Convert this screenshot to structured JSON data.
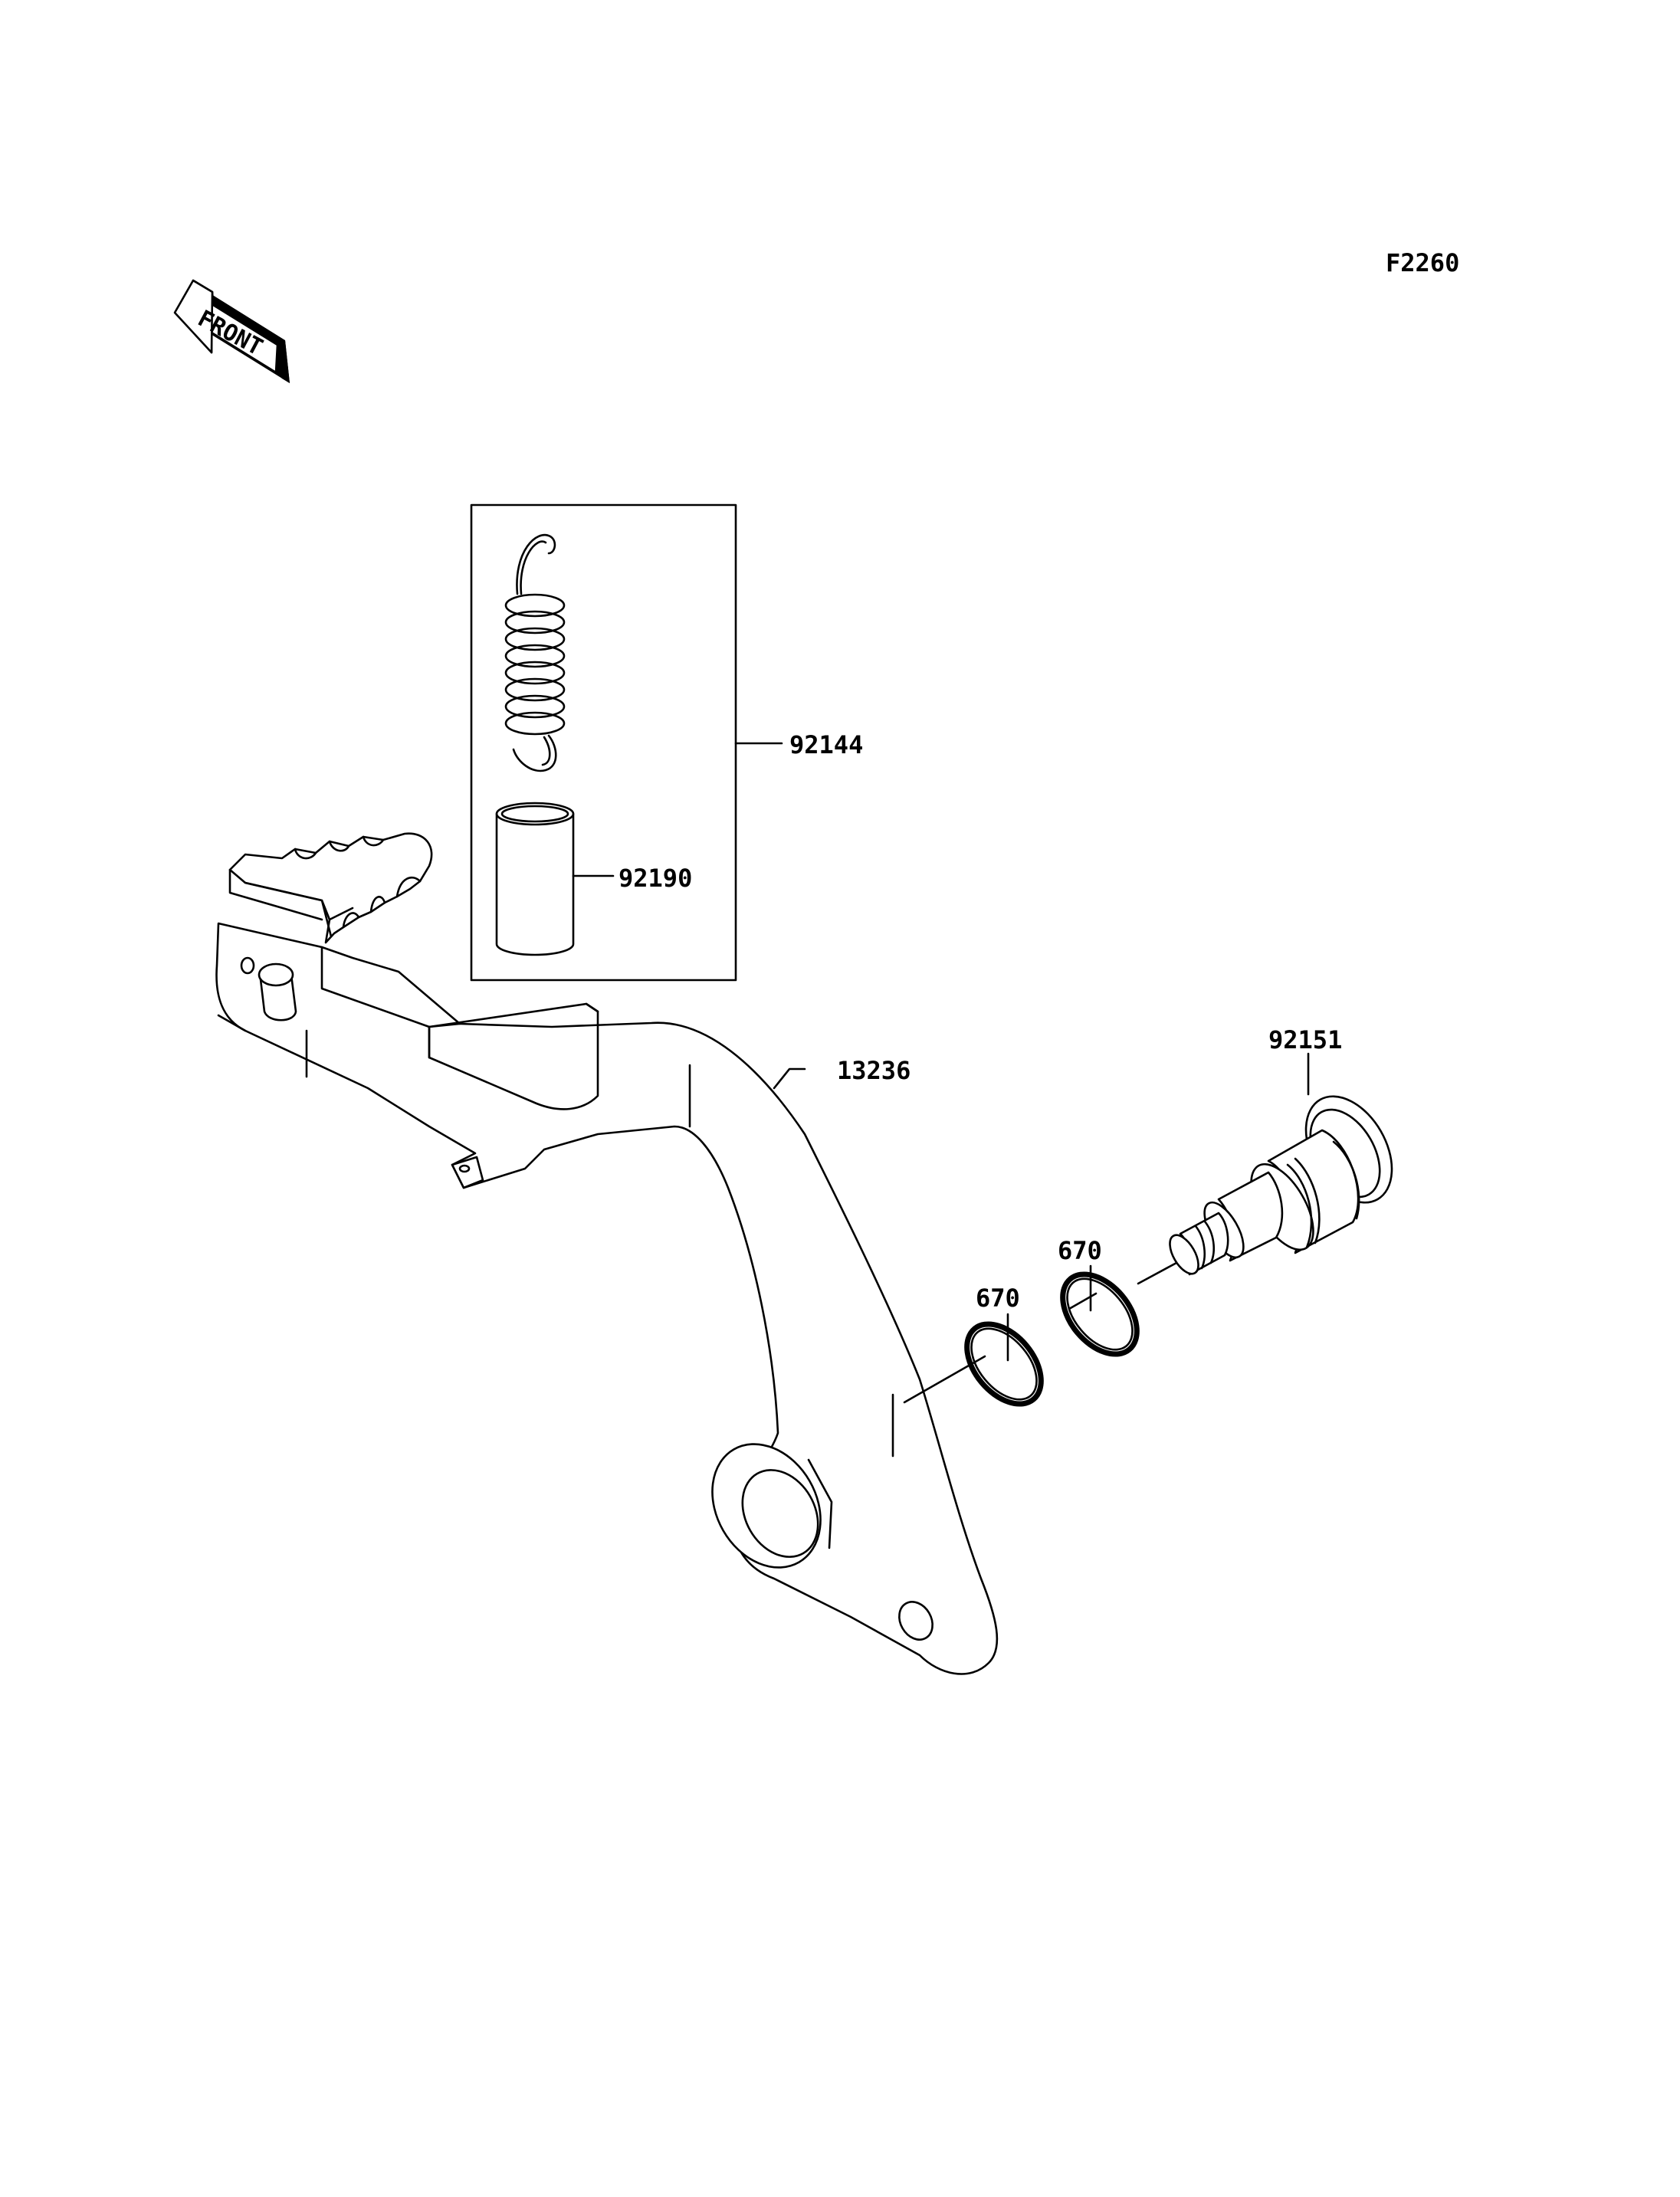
{
  "diagram": {
    "figure_code": "F2260",
    "front_label": "FRONT",
    "parts": [
      {
        "number": "92144",
        "part": "spring"
      },
      {
        "number": "92190",
        "part": "collar"
      },
      {
        "number": "13236",
        "part": "brake-pedal"
      },
      {
        "number": "92151",
        "part": "pivot-bolt"
      },
      {
        "number": "670",
        "part": "o-ring-inner"
      },
      {
        "number": "670",
        "part": "o-ring-outer"
      }
    ]
  }
}
